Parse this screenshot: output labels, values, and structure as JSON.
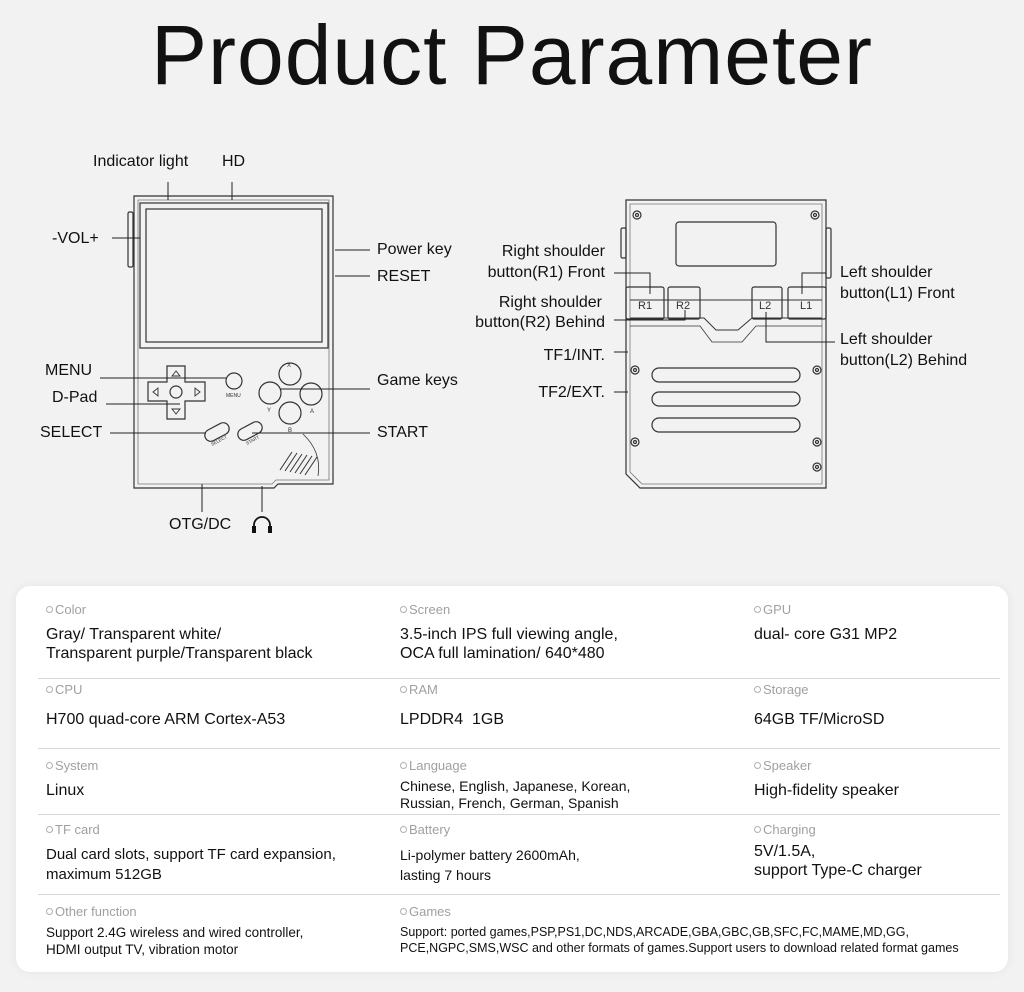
{
  "title": "Product Parameter",
  "front_labels": {
    "indicator_light": "Indicator light",
    "hd": "HD",
    "vol": "-VOL+",
    "power_key": "Power key",
    "reset": "RESET",
    "menu": "MENU",
    "dpad": "D-Pad",
    "select": "SELECT",
    "game_keys": "Game keys",
    "start": "START",
    "otg_dc": "OTG/DC",
    "headphone": "headphone-icon"
  },
  "device_text": {
    "menu_small": "MENU",
    "select_small": "SELECT",
    "start_small": "START",
    "key_x": "X",
    "key_y": "Y",
    "key_a": "A",
    "key_b": "B",
    "r1": "R1",
    "r2": "R2",
    "l1": "L1",
    "l2": "L2"
  },
  "back_labels": {
    "r1_line1": "Right shoulder",
    "r1_line2": "button(R1) Front",
    "r2_line1": "Right shoulder",
    "r2_line2": "button(R2) Behind",
    "l1_line1": "Left shoulder",
    "l1_line2": "button(L1) Front",
    "l2_line1": "Left shoulder",
    "l2_line2": "button(L2) Behind",
    "tf1": "TF1/INT.",
    "tf2": "TF2/EXT."
  },
  "specs": {
    "color": {
      "key": "Color",
      "value": "Gray/ Transparent white/\nTransparent purple/Transparent black"
    },
    "screen": {
      "key": "Screen",
      "value": "3.5-inch IPS full viewing angle,\nOCA full lamination/ 640*480"
    },
    "gpu": {
      "key": "GPU",
      "value": "dual- core G31 MP2"
    },
    "cpu": {
      "key": "CPU",
      "value": "H700 quad-core ARM Cortex-A53"
    },
    "ram": {
      "key": "RAM",
      "value": "LPDDR4  1GB"
    },
    "storage": {
      "key": "Storage",
      "value": "64GB TF/MicroSD"
    },
    "system": {
      "key": "System",
      "value": "Linux"
    },
    "language": {
      "key": "Language",
      "value": "Chinese, English, Japanese, Korean,\nRussian, French, German, Spanish"
    },
    "speaker": {
      "key": "Speaker",
      "value": "High-fidelity speaker"
    },
    "tf_card": {
      "key": "TF card",
      "value": "Dual card slots, support TF card expansion,\nmaximum 512GB"
    },
    "battery": {
      "key": "Battery",
      "value": "Li-polymer battery 2600mAh,\nlasting 7 hours"
    },
    "charging": {
      "key": "Charging",
      "value": "5V/1.5A,\nsupport Type-C charger"
    },
    "other": {
      "key": "Other function",
      "value": "Support 2.4G wireless and wired controller,\nHDMI output TV, vibration motor"
    },
    "games": {
      "key": "Games",
      "value": "Support: ported games,PSP,PS1,DC,NDS,ARCADE,GBA,GBC,GB,SFC,FC,MAME,MD,GG,\nPCE,NGPC,SMS,WSC and other formats of games.Support users to download related format games"
    }
  }
}
